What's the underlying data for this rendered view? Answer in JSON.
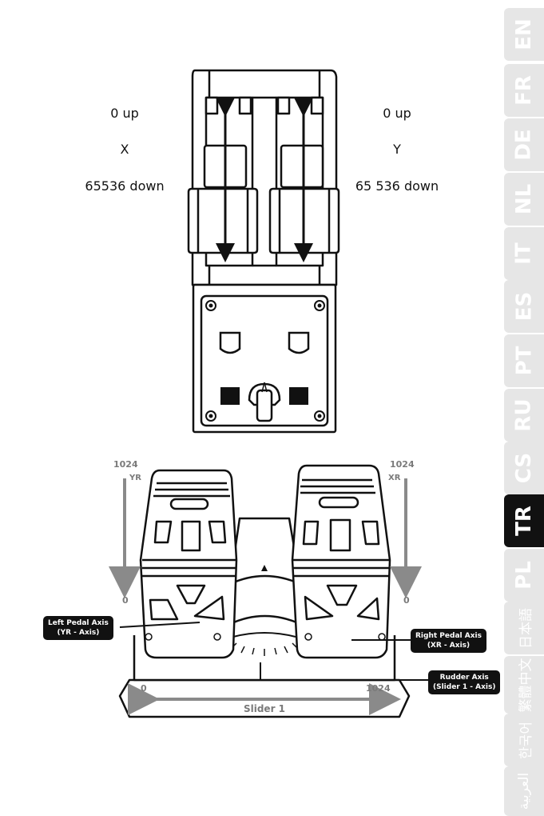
{
  "language_tabs": [
    {
      "code": "EN",
      "active": false
    },
    {
      "code": "FR",
      "active": false
    },
    {
      "code": "DE",
      "active": false
    },
    {
      "code": "NL",
      "active": false
    },
    {
      "code": "IT",
      "active": false
    },
    {
      "code": "ES",
      "active": false
    },
    {
      "code": "PT",
      "active": false
    },
    {
      "code": "RU",
      "active": false
    },
    {
      "code": "CS",
      "active": false
    },
    {
      "code": "TR",
      "active": true
    },
    {
      "code": "PL",
      "active": false
    },
    {
      "code": "日本語",
      "active": false
    },
    {
      "code": "繁體中文",
      "active": false
    },
    {
      "code": "한국어",
      "active": false
    },
    {
      "code": "العربية",
      "active": false
    }
  ],
  "throttle": {
    "left_axis": {
      "up": "0 up",
      "name": "X",
      "down": "65536 down"
    },
    "right_axis": {
      "up": "0 up",
      "name": "Y",
      "down": "65 536 down"
    }
  },
  "pedals": {
    "yr_max": "1024",
    "yr_label": "YR",
    "yr_min": "0",
    "xr_max": "1024",
    "xr_label": "XR",
    "xr_min": "0",
    "slider_min": "0",
    "slider_max": "1024",
    "slider_label": "Slider 1",
    "left_callout": {
      "line1": "Left Pedal Axis",
      "line2": "(YR - Axis)"
    },
    "right_callout": {
      "line1": "Right Pedal Axis",
      "line2": "(XR - Axis)"
    },
    "rudder_callout": {
      "line1": "Rudder Axis",
      "line2": "(Slider 1 - Axis)"
    }
  },
  "colors": {
    "tab_inactive": "#e6e6e6",
    "tab_active": "#111111",
    "axis_grey": "#8a8a8a"
  }
}
